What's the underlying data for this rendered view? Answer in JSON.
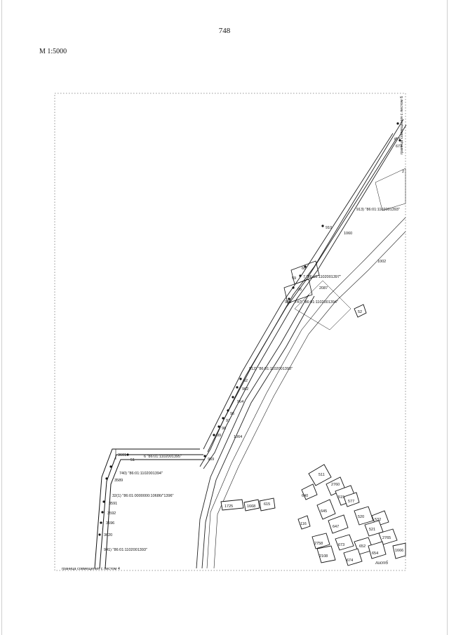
{
  "page_number": "748",
  "scale": "M 1:5000",
  "sheet_label": "лист5",
  "boundary_note": "граница совмещения с листом 4",
  "side_note": "граница совмещения с листом 6",
  "parcels": [
    {
      "id": "p913",
      "text": "913) \"86:01:1102001393\""
    },
    {
      "id": "p7",
      "text": "7 \"86:01:1102001397\""
    },
    {
      "id": "p747",
      "text": "747) \"86:01:1102001394\""
    },
    {
      "id": "p912",
      "text": "912) \"86:01:1102001393\""
    },
    {
      "id": "p6",
      "text": "6 \"86:01:1102001395\""
    },
    {
      "id": "p740",
      "text": "740) \"86:01:1102001394\""
    },
    {
      "id": "p32",
      "text": "32(1) \"86:01:0000000:10686/\"1396\""
    },
    {
      "id": "p941",
      "text": "941) \"86:01:1102001393\""
    }
  ],
  "points": [
    "910",
    "60",
    "59",
    "95",
    "936",
    "62",
    "962",
    "964",
    "96",
    "97",
    "98",
    "99",
    "969",
    "3601",
    "51",
    "3589",
    "3591",
    "3592",
    "3596",
    "3620",
    "671",
    "673"
  ],
  "blocks": [
    "511",
    "2760",
    "640",
    "515",
    "577",
    "645",
    "520",
    "532",
    "116",
    "647",
    "521",
    "2765",
    "2758",
    "673",
    "652",
    "2108",
    "674",
    "654",
    "1666",
    "1725",
    "1668",
    "615",
    "2087",
    "1002",
    "52",
    "1060",
    "1064",
    "2"
  ]
}
